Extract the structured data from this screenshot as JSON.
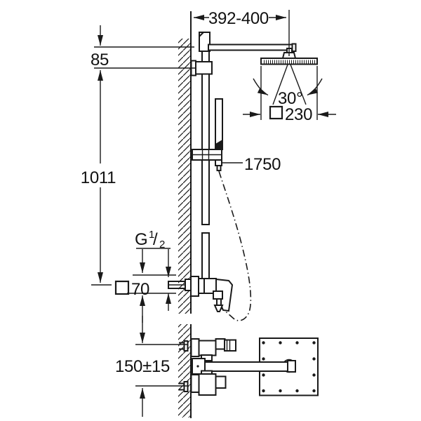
{
  "dimensions": {
    "arm_reach": "392-400",
    "top_offset": "85",
    "rail_height": "1011",
    "spray_angle": "30°",
    "head_size": "230",
    "hose_length": "1750",
    "thread": {
      "g": "G",
      "numerator": "1",
      "slash": "/",
      "denominator": "2"
    },
    "connection_size": "70",
    "connection_spacing": "150±15"
  },
  "colors": {
    "line": "#1a1a1a",
    "background": "#ffffff",
    "connector_fill": "#777777"
  }
}
